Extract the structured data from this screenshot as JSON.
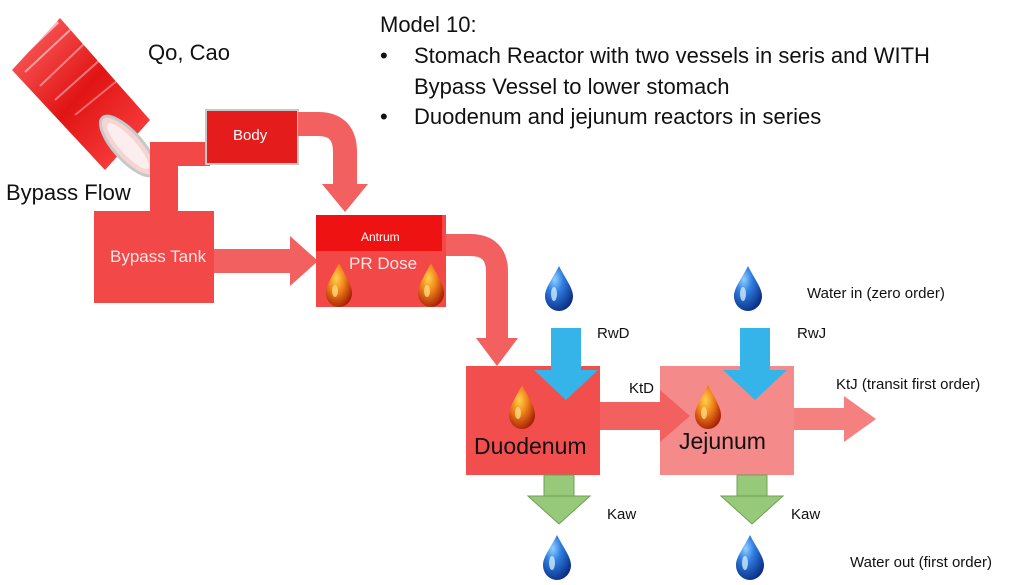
{
  "header": {
    "title": "Model 10:",
    "bullets": [
      {
        "line1": "Stomach Reactor with two vessels in seris and WITH",
        "line2": "Bypass Vessel to lower stomach"
      },
      {
        "line1": "Duodenum and jejunum reactors in series",
        "line2": ""
      }
    ]
  },
  "labels": {
    "inflow": "Qo, Cao",
    "bypass_flow": "Bypass Flow",
    "body": "Body",
    "bypass_tank": "Bypass Tank",
    "antrum": "Antrum",
    "pr_dose": "PR Dose",
    "duodenum": "Duodenum",
    "jejunum": "Jejunum",
    "rwd": "RwD",
    "rwj": "RwJ",
    "ktd": "KtD",
    "ktj": "KtJ (transit first order)",
    "kaw_d": "Kaw",
    "kaw_j": "Kaw",
    "water_in": "Water in (zero order)",
    "water_out": "Water out (first order)"
  },
  "colors": {
    "stomach_red": "#f24848",
    "body_red": "#e51c1c",
    "antrum_red": "#ee1212",
    "flow_arrow": "#f26060",
    "duodenum": "#f24e4e",
    "jejunum": "#f58a8a",
    "water_in_arrow": "#35b4ea",
    "water_out_arrow": "#97c97a",
    "water_drop": "#1f5fc2",
    "dose_drop": "#c8400f"
  },
  "icons": {
    "cup": "red-cup-icon",
    "water_drop": "water-drop-icon",
    "dose_drop": "dose-drop-icon"
  }
}
